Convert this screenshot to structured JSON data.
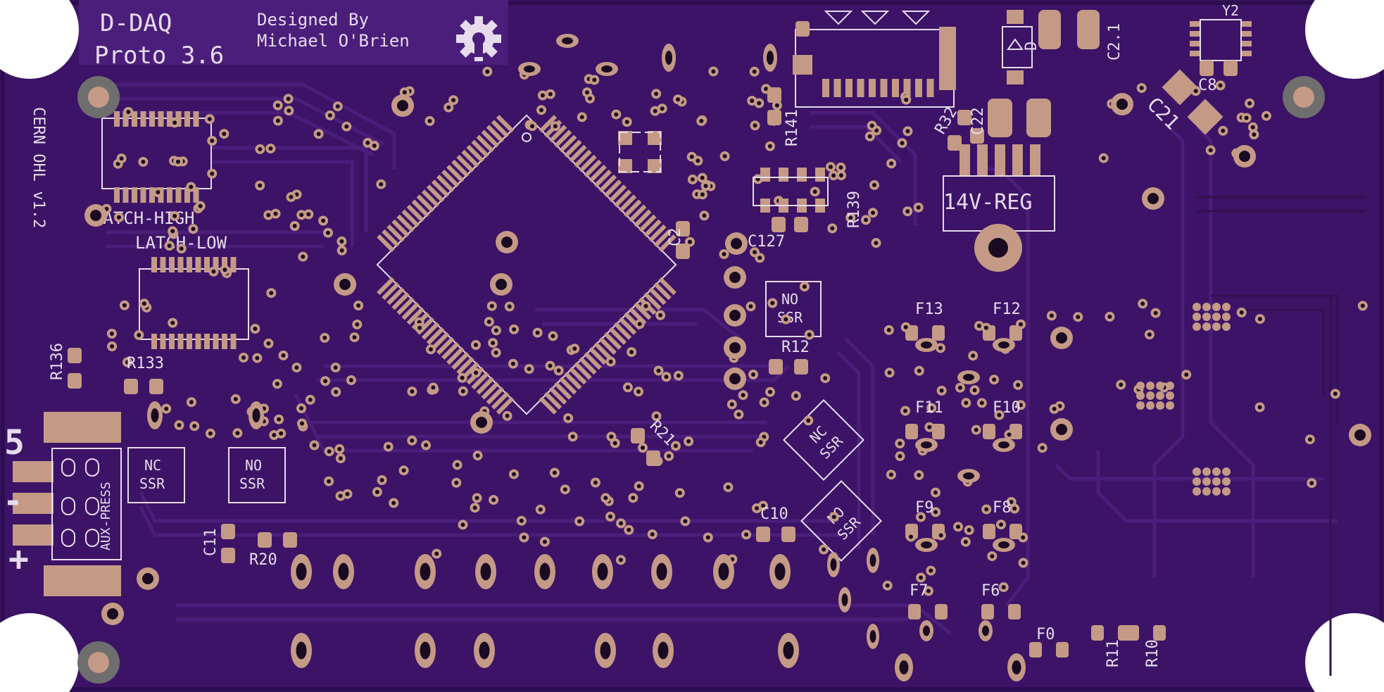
{
  "board": {
    "title_line1": "D-DAQ",
    "title_line2": "Proto 3.6",
    "credit_line1": "Designed By",
    "credit_line2": "Michael O'Brien",
    "license": "CERN OHL v1.2",
    "colors": {
      "board": "#3c1366",
      "board_edge": "#2d0d4f",
      "copper": "#c49a86",
      "silkscreen": "#e6dced",
      "trace": "#4b1e7b",
      "trace_dark": "#32104f",
      "mounting_hole": "#ffffff"
    }
  },
  "labels": {
    "latch_high": "LATCH-HIGH",
    "latch_low": "LATCH-LOW",
    "reg": "14V-REG",
    "nc": "NC",
    "no": "NO",
    "ssr": "SSR",
    "aux": "AUX-PRESS",
    "conn_5": "5",
    "conn_minus": "-",
    "conn_plus": "+"
  },
  "refdes": {
    "r136": "R136",
    "r133": "R133",
    "r20": "R20",
    "c11": "C11",
    "c10": "C10",
    "r21": "R21",
    "r12": "R12",
    "c2": "C2",
    "c127": "C127",
    "r139": "R139",
    "r141": "R141",
    "r32": "R32",
    "c22": "C22",
    "d": "D",
    "c2_1": "C2.1",
    "y2": "Y2",
    "c8": "C8",
    "c21": "C21",
    "f13": "F13",
    "f12": "F12",
    "f11": "F11",
    "f10": "F10",
    "f9": "F9",
    "f8": "F8",
    "f7": "F7",
    "f6": "F6",
    "f0": "F0",
    "r11": "R11",
    "r10": "R10"
  }
}
